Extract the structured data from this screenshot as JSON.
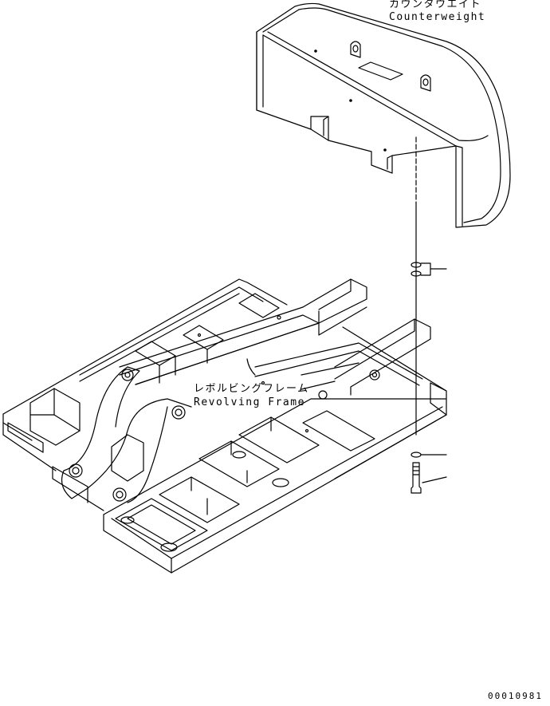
{
  "counterweight": {
    "label_ja": "カウンタウエイト",
    "label_en": "Counterweight"
  },
  "revolving_frame": {
    "label_ja": "レボルビングフレーム",
    "label_en": "Revolving Frame"
  },
  "document_number": "00010981",
  "colors": {
    "line": "#000000",
    "background": "#ffffff"
  }
}
